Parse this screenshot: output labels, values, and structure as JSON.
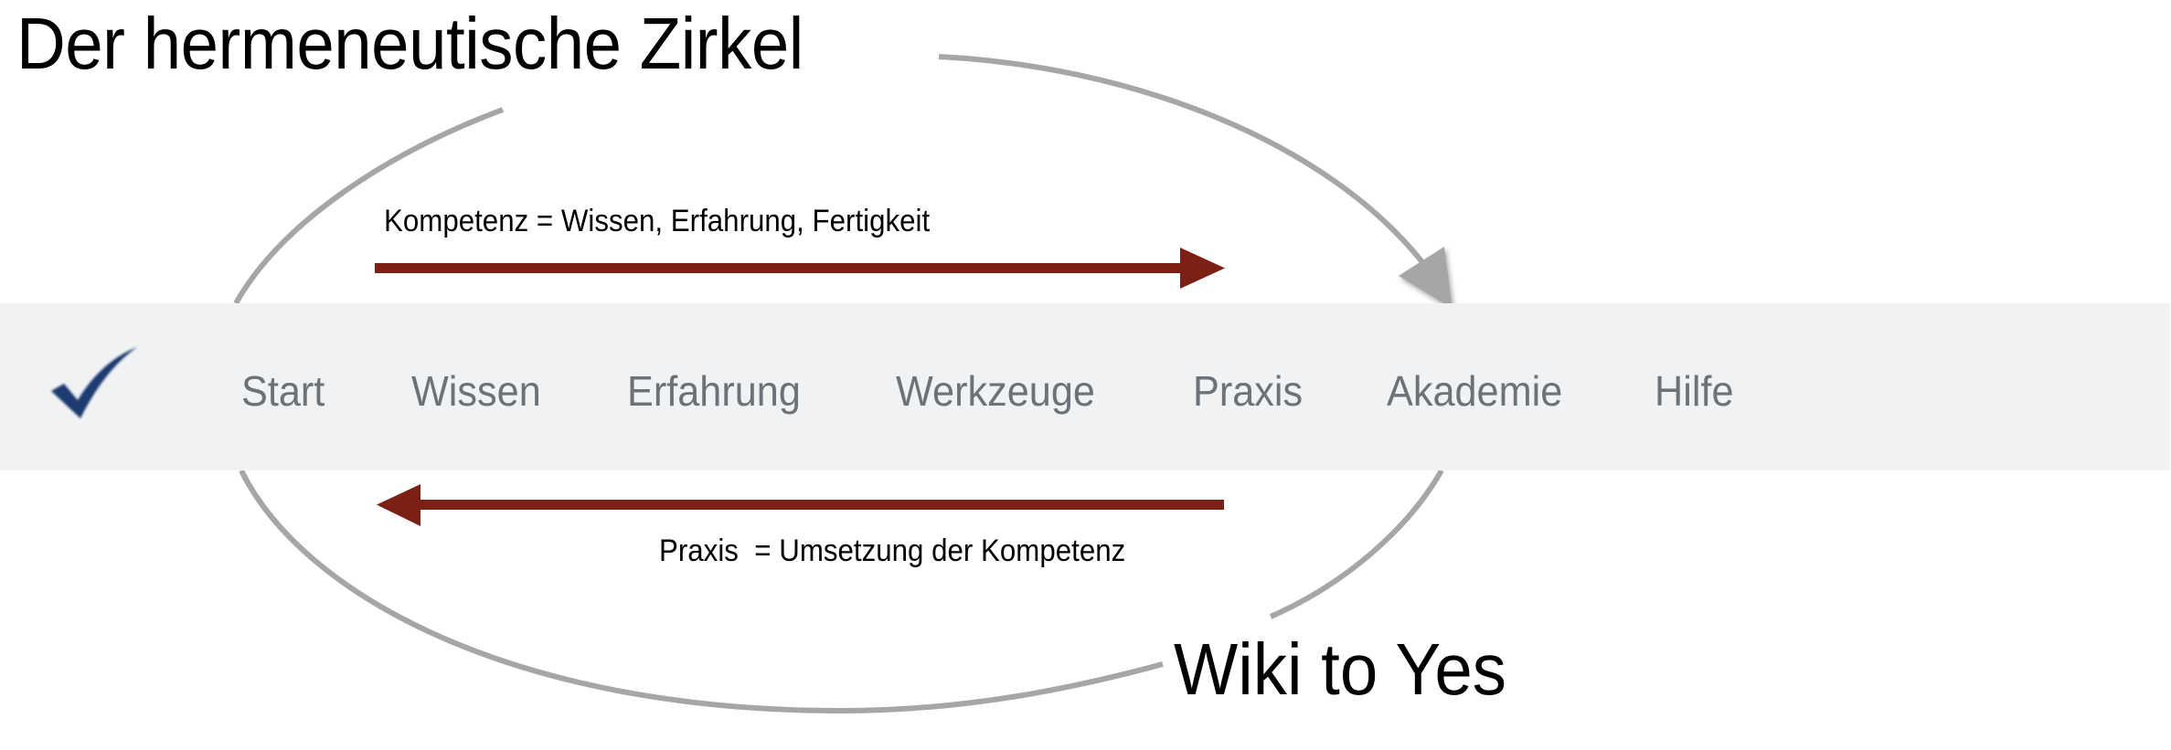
{
  "diagram": {
    "title": "Der hermeneutische Zirkel",
    "subtitle": "Wiki to Yes",
    "forward_arrow": {
      "label": "Kompetenz = Wissen, Erfahrung, Fertigkeit",
      "direction": "right",
      "color": "#7b2015"
    },
    "backward_arrow": {
      "label": "Praxis  = Umsetzung der Kompetenz",
      "direction": "left",
      "color": "#7b2015"
    },
    "cycle_arrow": {
      "color": "#a6a6a6",
      "direction": "clockwise"
    }
  },
  "navbar": {
    "background": "#f1f2f4",
    "logo": {
      "icon": "checkmark-icon",
      "color": "#1c3b70"
    },
    "items": [
      {
        "label": "Start"
      },
      {
        "label": "Wissen"
      },
      {
        "label": "Erfahrung"
      },
      {
        "label": "Werkzeuge"
      },
      {
        "label": "Praxis"
      },
      {
        "label": "Akademie"
      },
      {
        "label": "Hilfe"
      }
    ],
    "text_color": "#6d7278"
  }
}
